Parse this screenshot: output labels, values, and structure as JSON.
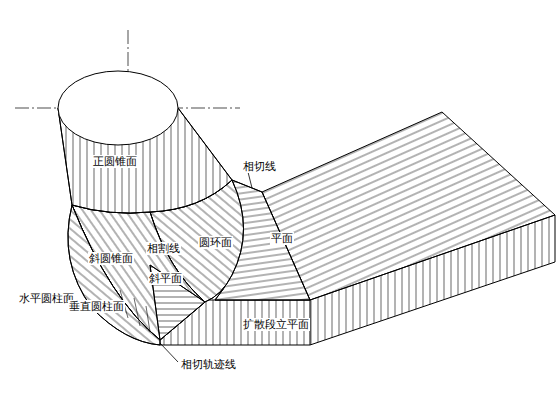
{
  "diagram": {
    "labels": [
      "正圆锥面",
      "相切线",
      "圆环面",
      "平面",
      "相割线",
      "斜圆锥面",
      "斜平面",
      "水平圆柱面",
      "垂直圆柱面",
      "扩散段立平面",
      "相切轨迹线"
    ]
  }
}
